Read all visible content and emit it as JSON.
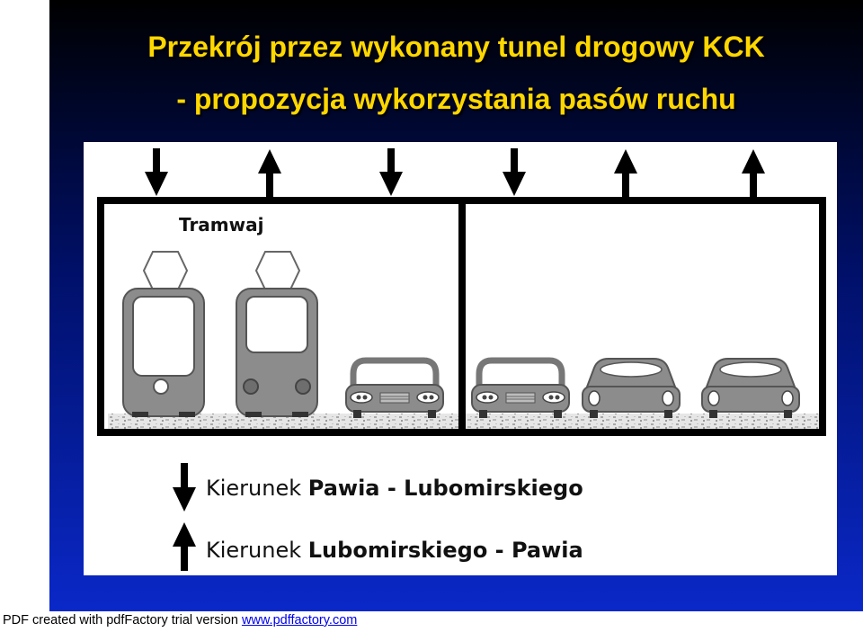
{
  "slide": {
    "title_line1": "Przekrój przez wykonany tunel drogowy KCK",
    "title_line2": "- propozycja wykorzystania pasów ruchu"
  },
  "diagram": {
    "tram_label": "Tramwaj",
    "lane_arrows": [
      "arrow-down-icon",
      "arrow-up-icon",
      "arrow-down-icon",
      "arrow-down-icon",
      "arrow-up-icon",
      "arrow-up-icon"
    ],
    "vehicles": [
      "tram-front",
      "tram-rear",
      "car-front",
      "car-front",
      "car-rear",
      "car-rear"
    ],
    "legend": [
      {
        "icon": "arrow-down-icon",
        "prefix": "Kierunek",
        "route": "Pawia - Lubomirskiego"
      },
      {
        "icon": "arrow-up-icon",
        "prefix": "Kierunek",
        "route": "Lubomirskiego - Pawia"
      }
    ]
  },
  "footer": {
    "text": "PDF created with pdfFactory trial version ",
    "link": "www.pdffactory.com"
  },
  "colors": {
    "title": "#ffd700",
    "vehicle_fill": "#8c8c8c",
    "tunnel_outline": "#000000"
  }
}
